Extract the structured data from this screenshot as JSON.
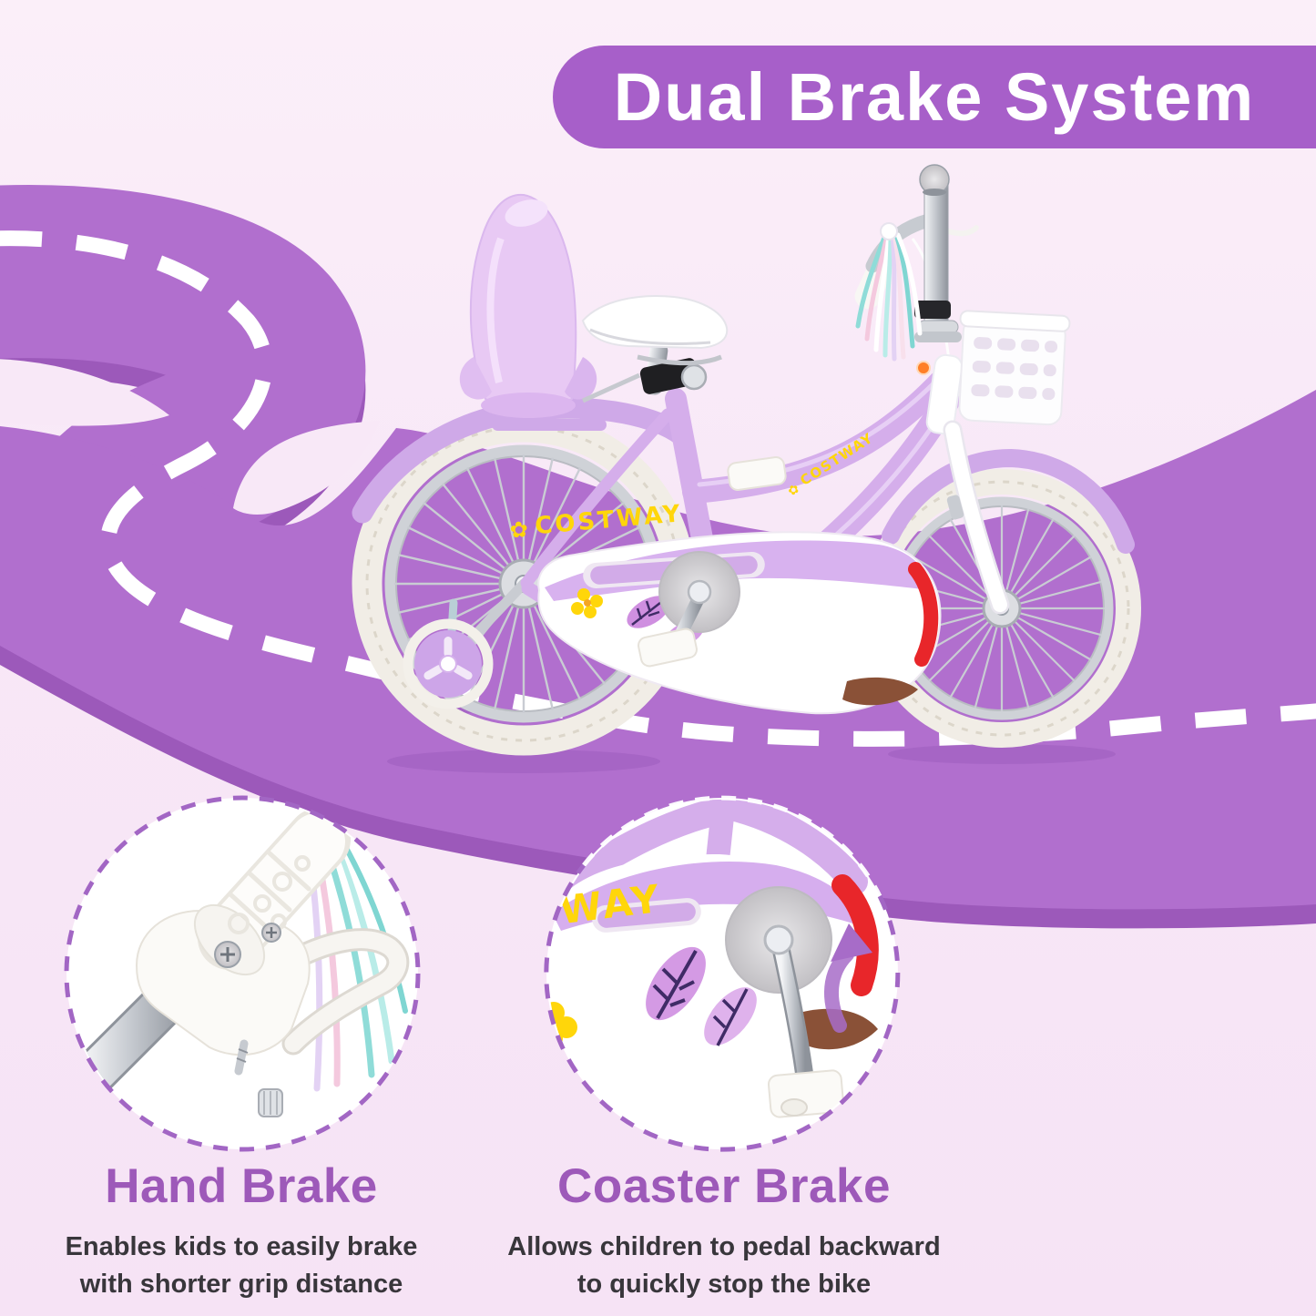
{
  "title_banner": {
    "label": "Dual Brake System",
    "bg_color": "#a75fc9",
    "text_color": "#ffffff"
  },
  "brand": {
    "name": "COSTWAY",
    "flower_icon": "✿",
    "partial_on_guard": "WAY",
    "color": "#ffd60a"
  },
  "callouts": [
    {
      "id": "hand-brake",
      "heading": "Hand Brake",
      "description_line1": "Enables kids to easily brake",
      "description_line2": "with shorter grip distance"
    },
    {
      "id": "coaster-brake",
      "heading": "Coaster Brake",
      "description_line1": "Allows children to pedal backward",
      "description_line2": "to quickly stop the bike"
    }
  ],
  "scene": {
    "road_color": "#b16fce",
    "road_edge_color": "#9c59ba",
    "background_color": "#f8e8f7",
    "road_line_color": "#ffffff",
    "heading_color": "#9d59b9",
    "body_text_color": "#38363b",
    "frame_color": "#d5aeeb",
    "callout_ring_color": "#a266c4",
    "icons": {
      "backward_pedal_arrow": "curved-up-arrow",
      "costway_flower": "flower-logo"
    }
  }
}
